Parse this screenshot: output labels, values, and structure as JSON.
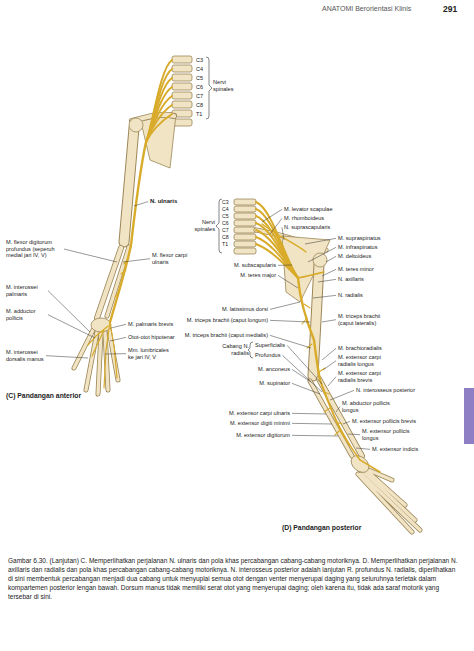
{
  "diagram": {
    "caption": "Gambar 6.30. (Lanjutan) C. Memperlihatkan perjalanan N. ulnaris dan pola khas percabangan cabang-cabang motoriknya. D. Memperlihatkan perjalanan N. axillaris dan radialis dan pola khas percabangan cabang-cabang motoriknya. N. interosseus posterior adalah lanjutan R. profundus N. radialis, diperlihatkan di sini membentuk percabangan menjadi dua cabang untuk menyuplai semua otot dengan venter menyerupai daging yang seluruhnya terletak dalam kompartemen posterior lengan bawah. Dorsum manus tidak memiliki serat otot yang menyerupai daging; oleh karena itu, tidak ada saraf motorik yang tersebar di sini.",
    "labels": [
      "ANATOMI Berorientasi Klinis",
      "291",
      "C3",
      "C4",
      "C5",
      "C6",
      "C7",
      "C8",
      "T1",
      "Nervi spinales",
      "N. ulnaris",
      "M. flexor digitorum profundus (seperuh medial jari IV, V)",
      "M. flexor carpi ulnaris",
      "M. interossei palmaris",
      "M. adductor pollicis",
      "M. palmaris brevis",
      "Otot-otot hipotenar",
      "Mm. lumbricales ke jari IV, V",
      "M. interossei dorsalis manus",
      "(C) Pandangan anterior",
      "C3",
      "C4",
      "C5",
      "C6",
      "C7",
      "C8",
      "T1",
      "Nervi spinales",
      "M. levator scapulae",
      "M. rhomboideus",
      "N. suprascapularis",
      "M. supraspinatus",
      "M. infraspinatus",
      "M. deltoideus",
      "M. subscapularis",
      "M. teres major",
      "M. teres minor",
      "N. axillaris",
      "N. radialis",
      "M. latissimus dorsi",
      "M. triceps brachii (caput longum)",
      "M. triceps brachii (caput lateralis)",
      "M. triceps brachii (caput medialis)",
      "Cabang N. radialis",
      "Superficialis",
      "Profundus",
      "M. brachioradialis",
      "M. extensor carpi radialis longus",
      "M. extensor carpi radialis brevis",
      "M. anconeus",
      "N. interosseus posterior",
      "M. supinator",
      "M. abductor pollicis longus",
      "M. extensor carpi ulnaris",
      "M. extensor pollicis brevis",
      "M. extensor digiti minimi",
      "M. extensor pollicis longus",
      "M. extensor digitorum",
      "M. extensor indicis",
      "(D) Pandangan posterior"
    ]
  }
}
